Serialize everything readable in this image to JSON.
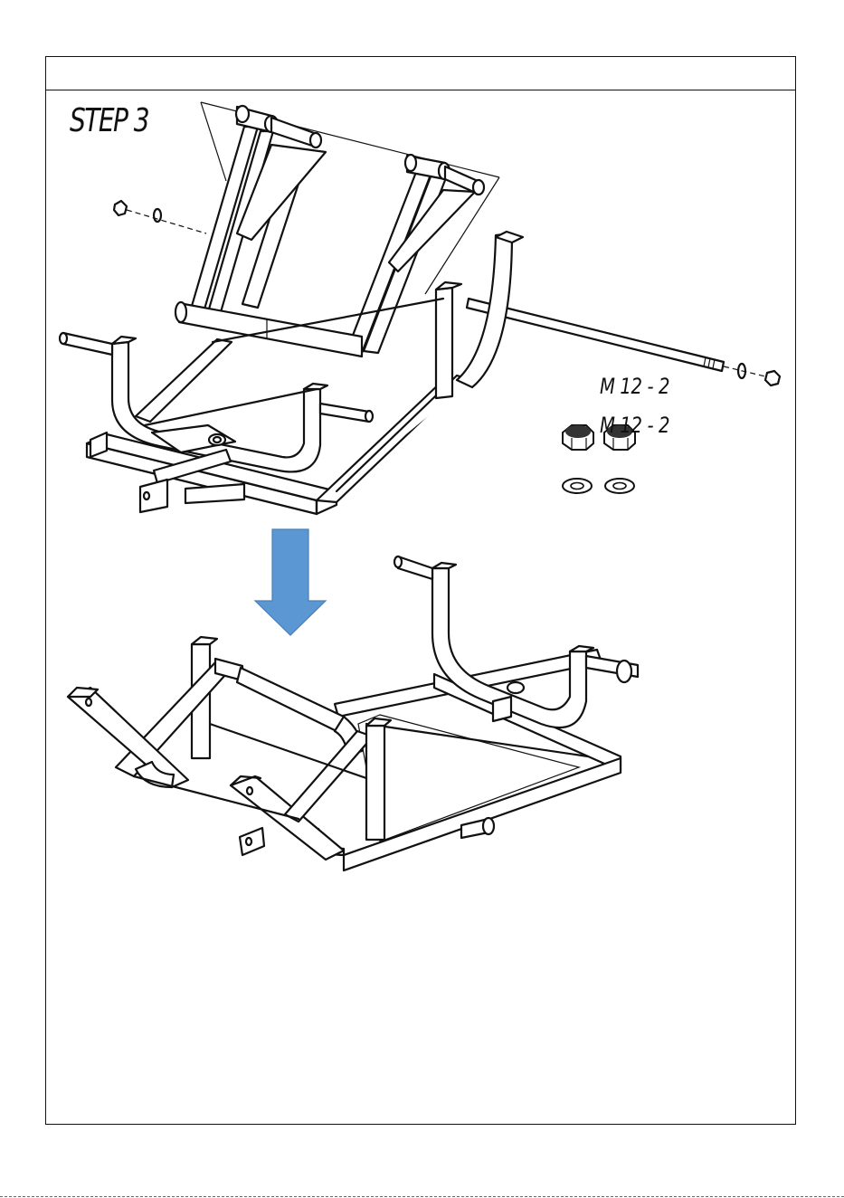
{
  "step": {
    "title": "STEP 3"
  },
  "parts": [
    {
      "icon": "hex-lock-nut-icon",
      "label": "M 12 - 2"
    },
    {
      "icon": "flat-washer-icon",
      "label": "M 12 - 2"
    }
  ],
  "colors": {
    "arrow": "#5b97d3",
    "arrow_stroke": "#4a80b8",
    "line": "#111111",
    "nut_dark": "#333333"
  }
}
